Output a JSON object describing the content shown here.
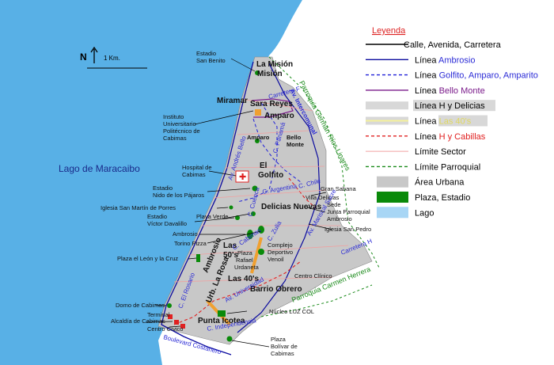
{
  "map": {
    "lake_label": "Lago de Maracaibo",
    "north": {
      "letter": "N",
      "scale": "1 Km."
    },
    "sectors": [
      "La Misión",
      "Miramar",
      "Sara Reyes",
      "Amparo",
      "Amparo",
      "Bello Monte",
      "El Golfito",
      "Delicias Nuevas",
      "Las 50's",
      "Las 40's",
      "Ambrosio",
      "Urb. La Rosa",
      "Barrio Obrero",
      "Punta Icotea"
    ],
    "pois": [
      "Estadio San Benito",
      "Instituto Universitario Politécnico de Cabimas",
      "Hospital de Cabimas",
      "Estadio Nido de los Pájaros",
      "Iglesia San Martín de Porres",
      "Estadio Víctor Davalillo",
      "Playa Verde",
      "Ambrosio",
      "Torino Pizza",
      "Plaza el León y la Cruz",
      "Complejo Deportivo Venoil",
      "Plaza Rafael Urdaneta",
      "Gran Sabana",
      "Villa Delicias",
      "Sede Junta Parroquial Ambrosio",
      "Iglesia San Pedro",
      "Centro Clínico",
      "Domo de Cabimas",
      "Terminal",
      "Alcaldía de Cabimas",
      "Centro Cívico",
      "Núcleo LUZ COL",
      "Plaza Bolívar de Cabimas"
    ],
    "streets": [
      "Carretera F",
      "Av. Andrés Bello",
      "Av. Intercomunal",
      "C. Chile",
      "C. Argentina",
      "C. Cuenca",
      "C. Panamá",
      "C. Zulia",
      "Av. Mariscal Sucre",
      "C. El Rosario",
      "C. Cabimas",
      "Carretera H",
      "Av. Universidad",
      "C. Independencia",
      "Boulevard Costanero"
    ],
    "parroquias": [
      "Parroquia Germán Ríos Linares",
      "Parroquia Carmen Herrera"
    ]
  },
  "legend": {
    "title": "Leyenda",
    "items": [
      {
        "type": "line",
        "color": "#000000",
        "style": "solid",
        "label_parts": [
          "Calle, Avenida, Carretera"
        ],
        "label_colors": [
          "#000000"
        ]
      },
      {
        "type": "line",
        "color": "#0a0a9e",
        "style": "solid",
        "label_parts": [
          "Línea ",
          "Ambrosio"
        ],
        "label_colors": [
          "#000000",
          "#2a2ad6"
        ]
      },
      {
        "type": "line",
        "color": "#1f1fd8",
        "style": "dashed",
        "label_parts": [
          "Línea ",
          "Golfito, Amparo, Amparito"
        ],
        "label_colors": [
          "#000000",
          "#2a2ad6"
        ]
      },
      {
        "type": "line",
        "color": "#7a1a8a",
        "style": "solid",
        "label_parts": [
          "Línea ",
          "Bello Monte"
        ],
        "label_colors": [
          "#000000",
          "#7a1a8a"
        ]
      },
      {
        "type": "band",
        "color": "#d8d8d8",
        "label_parts": [
          "Línea H y Delicias"
        ],
        "label_colors": [
          "#000000"
        ]
      },
      {
        "type": "band",
        "color": "#d8d8d8",
        "inner": "#f5f09a",
        "label_parts": [
          "Línea ",
          "Las 40's"
        ],
        "label_colors": [
          "#000000",
          "#e0d860"
        ]
      },
      {
        "type": "line",
        "color": "#e02020",
        "style": "dashed",
        "label_parts": [
          "Línea ",
          "H y Cabillas"
        ],
        "label_colors": [
          "#000000",
          "#e02020"
        ]
      },
      {
        "type": "line",
        "color": "#f0a0a0",
        "style": "solid",
        "label_parts": [
          "Límite Sector"
        ],
        "label_colors": [
          "#000000"
        ]
      },
      {
        "type": "line",
        "color": "#1a8a1a",
        "style": "dashed",
        "label_parts": [
          "Límite Parroquial"
        ],
        "label_colors": [
          "#000000"
        ]
      },
      {
        "type": "box",
        "color": "#c8c8c8",
        "label_parts": [
          "Área Urbana"
        ],
        "label_colors": [
          "#000000"
        ]
      },
      {
        "type": "box",
        "color": "#0a8a0a",
        "label_parts": [
          "Plaza, Estadio"
        ],
        "label_colors": [
          "#000000"
        ]
      },
      {
        "type": "box",
        "color": "#a8d6f5",
        "label_parts": [
          "Lago"
        ],
        "label_colors": [
          "#000000"
        ]
      }
    ]
  },
  "colors": {
    "lake": "#58b0e6",
    "urban": "#c8c8c8",
    "land": "#ffffff"
  }
}
